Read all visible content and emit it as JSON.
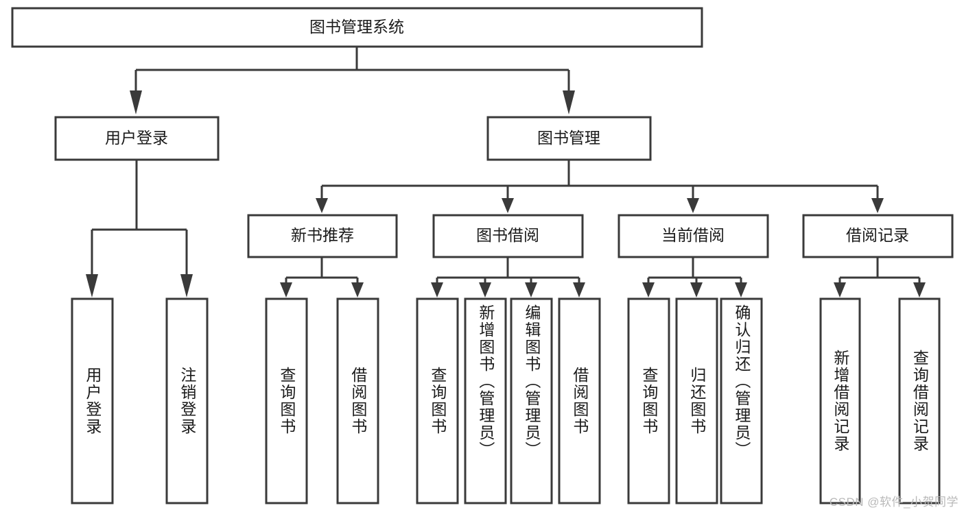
{
  "diagram": {
    "type": "tree-hierarchy-diagram",
    "title": "图书管理系统",
    "root": {
      "id": "root",
      "label": "图书管理系统"
    },
    "level2": [
      {
        "id": "user-login",
        "label": "用户登录"
      },
      {
        "id": "book-manage",
        "label": "图书管理"
      }
    ],
    "level3": [
      {
        "id": "new-book-recommend",
        "label": "新书推荐",
        "parent": "book-manage"
      },
      {
        "id": "book-borrow",
        "label": "图书借阅",
        "parent": "book-manage"
      },
      {
        "id": "current-borrow",
        "label": "当前借阅",
        "parent": "book-manage"
      },
      {
        "id": "borrow-record",
        "label": "借阅记录",
        "parent": "book-manage"
      }
    ],
    "leaves": {
      "user-login": [
        {
          "id": "leaf-user-login",
          "label": "用户登录"
        },
        {
          "id": "leaf-logout-login",
          "label": "注销登录"
        }
      ],
      "new-book-recommend": [
        {
          "id": "leaf-query-book-1",
          "label": "查询图书"
        },
        {
          "id": "leaf-borrow-book-1",
          "label": "借阅图书"
        }
      ],
      "book-borrow": [
        {
          "id": "leaf-query-book-2",
          "label": "查询图书"
        },
        {
          "id": "leaf-add-book",
          "label": "新增图书（管理员）"
        },
        {
          "id": "leaf-edit-book",
          "label": "编辑图书（管理员）"
        },
        {
          "id": "leaf-borrow-book-2",
          "label": "借阅图书"
        }
      ],
      "current-borrow": [
        {
          "id": "leaf-query-book-3",
          "label": "查询图书"
        },
        {
          "id": "leaf-return-book",
          "label": "归还图书"
        },
        {
          "id": "leaf-confirm-return",
          "label": "确认归还（管理员）"
        }
      ],
      "borrow-record": [
        {
          "id": "leaf-add-record",
          "label": "新增借阅记录"
        },
        {
          "id": "leaf-query-record",
          "label": "查询借阅记录"
        }
      ]
    }
  },
  "watermark": {
    "text": "CSDN @软件_小贺同学"
  },
  "colors": {
    "stroke": "#3a3a3a",
    "fill": "#ffffff",
    "text": "#1a1a1a",
    "watermark": "#b9b9b9"
  }
}
